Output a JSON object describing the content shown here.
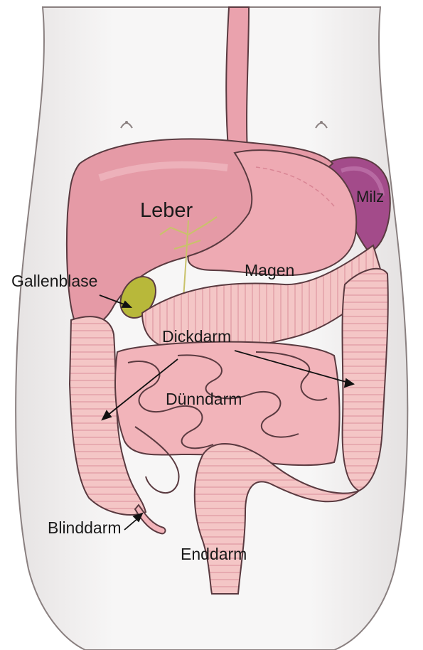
{
  "labels": {
    "leber": "Leber",
    "milz": "Milz",
    "magen": "Magen",
    "gallenblase": "Gallenblase",
    "dickdarm": "Dickdarm",
    "duenndarm": "Dünndarm",
    "blinddarm": "Blinddarm",
    "enddarm": "Enddarm"
  },
  "colors": {
    "liver": "#e59aa6",
    "stomach": "#eeaab3",
    "spleen": "#a34b8a",
    "gallbladder": "#b8b83a",
    "colon": "#f3c1c1",
    "small_intestine": "#f2b4ba",
    "skin": "#f4f2f2",
    "outline": "#5a3a40"
  }
}
